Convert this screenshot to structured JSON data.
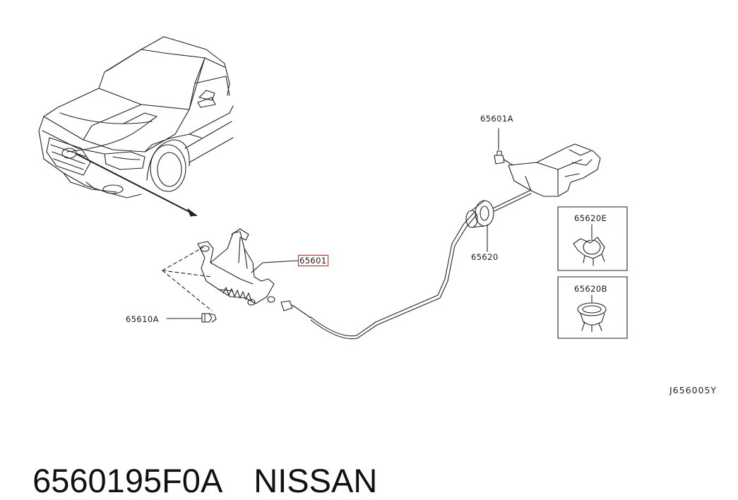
{
  "diagram": {
    "callouts": {
      "bolt_top": "65601A",
      "lock": "65601",
      "bolt_left": "65610A",
      "cable": "65620",
      "clip_e": "65620E",
      "clip_b": "65620B"
    },
    "drawing_code": "J656005Y",
    "highlight_color": "#e0201a"
  },
  "footer": {
    "part_number": "6560195F0A",
    "brand": "NISSAN"
  }
}
